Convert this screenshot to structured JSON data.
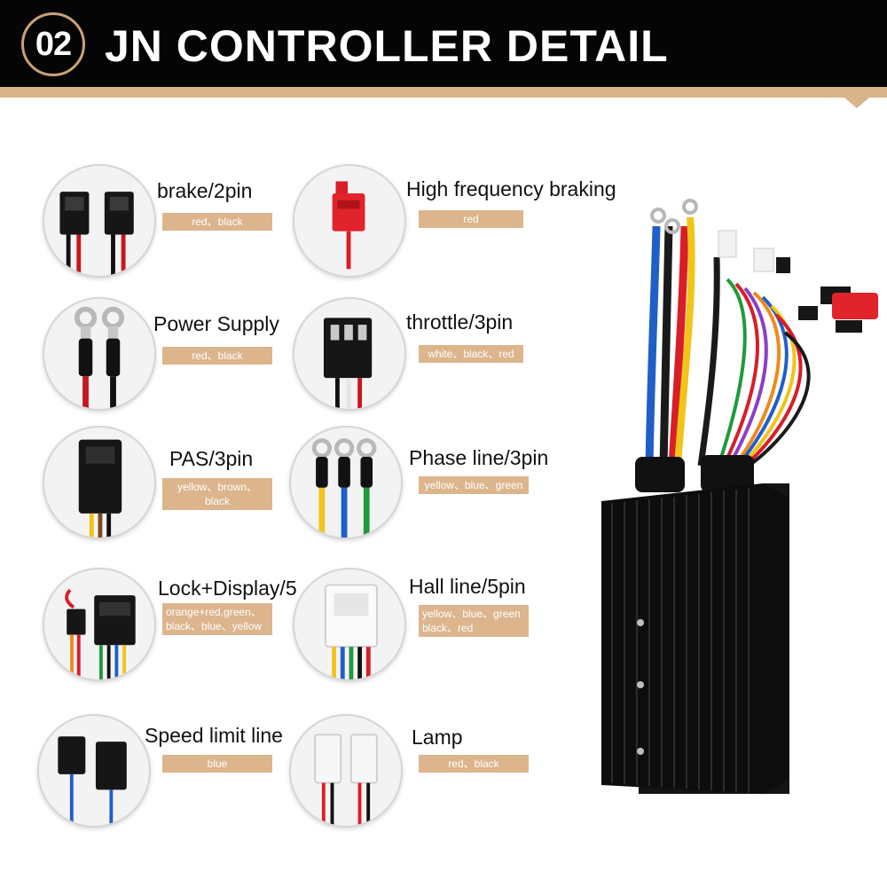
{
  "header": {
    "badge_number": "02",
    "title": "JN CONTROLLER DETAIL"
  },
  "items": [
    {
      "label": "brake/2pin",
      "tag": "red、black",
      "icon": "brake-connector-icon"
    },
    {
      "label": "High frequency braking",
      "tag": "red",
      "icon": "hf-braking-connector-icon"
    },
    {
      "label": "Power Supply",
      "tag": "red、black",
      "icon": "power-supply-terminal-icon"
    },
    {
      "label": "throttle/3pin",
      "tag": "white、black、red",
      "icon": "throttle-connector-icon"
    },
    {
      "label": "PAS/3pin",
      "tag": "yellow、brown、black",
      "icon": "pas-connector-icon"
    },
    {
      "label": "Phase line/3pin",
      "tag": "yellow、blue、green",
      "icon": "phase-terminal-icon"
    },
    {
      "label": "Lock+Display/5",
      "tag": "orange+red,green、black、blue、yellow",
      "icon": "lock-display-connector-icon"
    },
    {
      "label": "Hall line/5pin",
      "tag": "yellow、blue、green black、red",
      "icon": "hall-connector-icon"
    },
    {
      "label": "Speed limit line",
      "tag": "blue",
      "icon": "speed-limit-connector-icon"
    },
    {
      "label": "Lamp",
      "tag": "red、black",
      "icon": "lamp-connector-icon"
    }
  ],
  "colors": {
    "header_bg": "#050505",
    "accent": "#d8b48a",
    "tag_bg": "#dcb58d"
  }
}
